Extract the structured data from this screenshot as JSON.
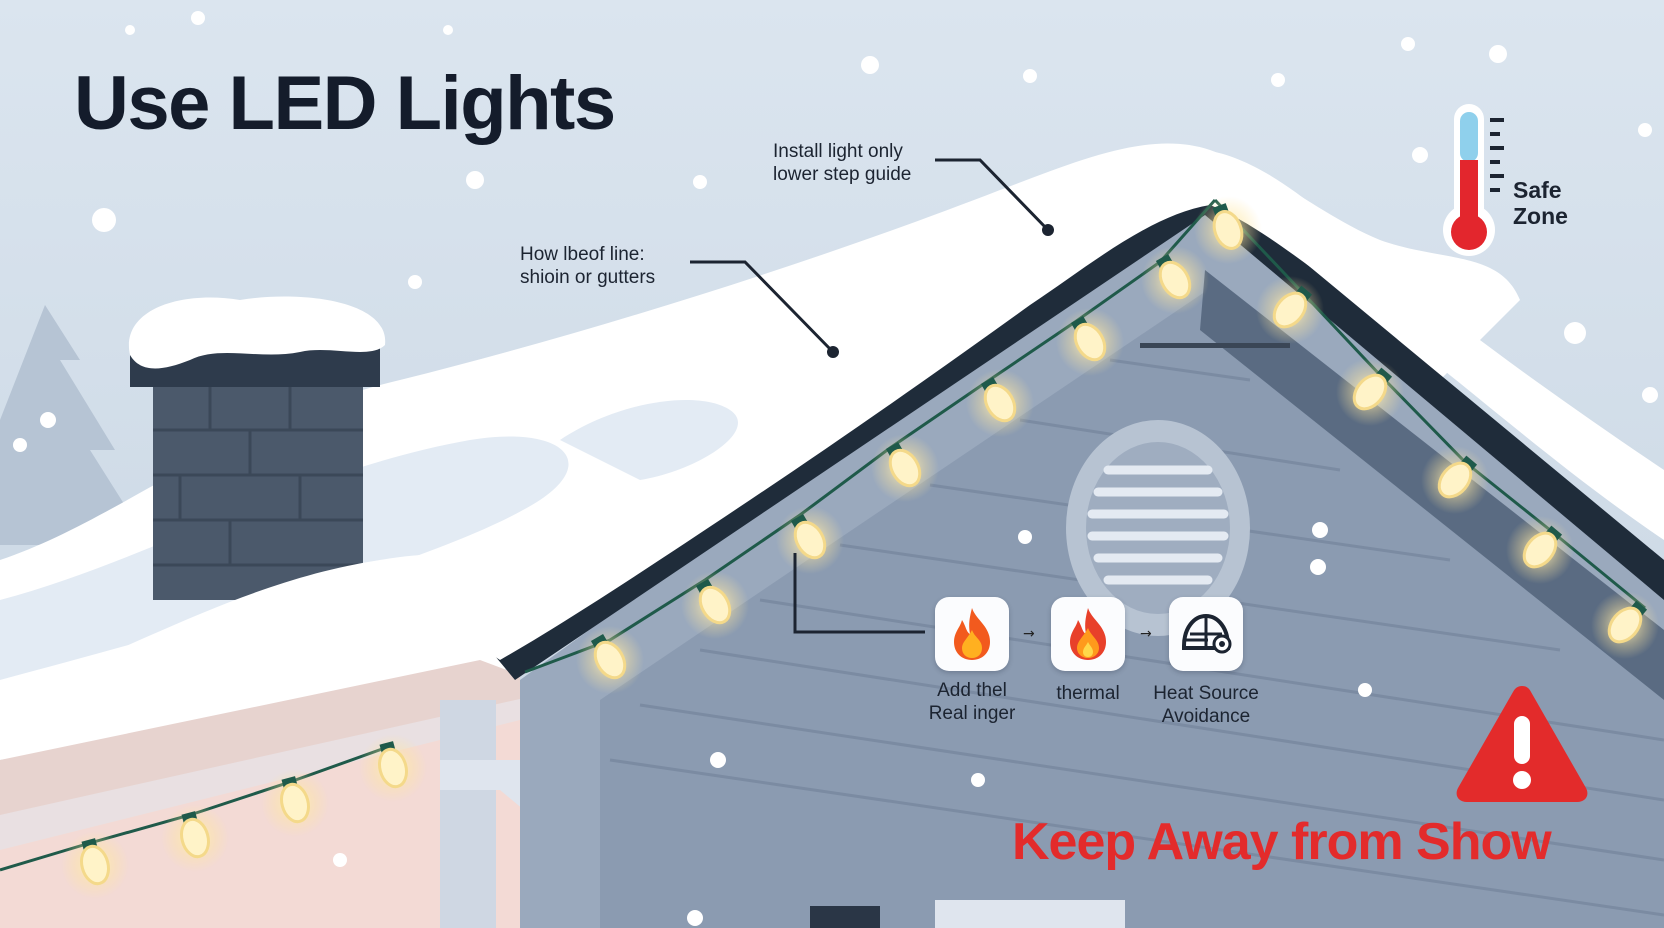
{
  "title": "Use LED Lights",
  "callouts": {
    "install_line1": "Install light only",
    "install_line2": "lower step guide",
    "gutter_line1": "How lbeof line:",
    "gutter_line2": "shioin or gutters"
  },
  "steps": [
    {
      "icon": "flame-icon",
      "label_line1": "Add thel",
      "label_line2": "Real inger"
    },
    {
      "icon": "flame-icon",
      "label_line1": "thermal",
      "label_line2": ""
    },
    {
      "icon": "heat-source-icon",
      "label_line1": "Heat Source",
      "label_line2": "Avoidance"
    }
  ],
  "step_arrow": "→",
  "thermometer": {
    "label_line1": "Safe",
    "label_line2": "Zone"
  },
  "warning": {
    "text": "Keep Away from Show"
  },
  "colors": {
    "sky": "#d3dfea",
    "snow": "#ffffff",
    "siding": "#8d9db3",
    "roof_trim": "#1f2c3a",
    "bulb": "#fff3c8",
    "bulb_glow": "#ffe9a0",
    "warning_red": "#e32b2b",
    "flame_orange": "#f25a1e"
  }
}
